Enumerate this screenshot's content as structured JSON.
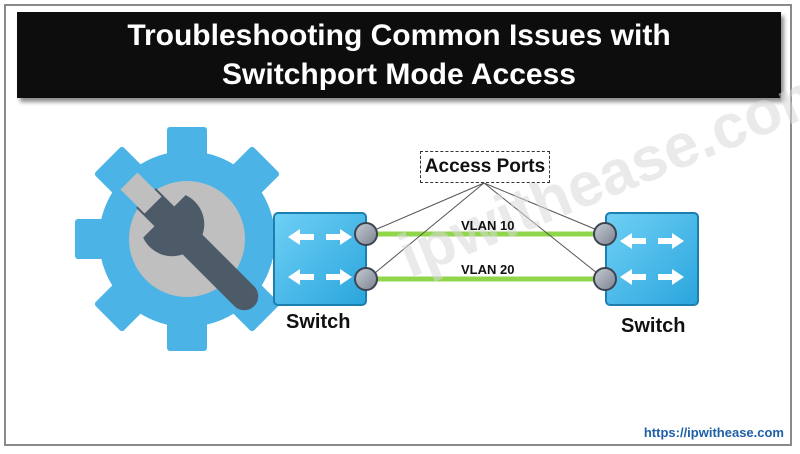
{
  "title": "Troubleshooting Common Issues with Switchport Mode Access",
  "access_ports_label": "Access Ports",
  "links": [
    {
      "label": "VLAN 10"
    },
    {
      "label": "VLAN 20"
    }
  ],
  "switches": {
    "left_label": "Switch",
    "right_label": "Switch"
  },
  "watermark": "ipwithease.com",
  "footer_url": "https://ipwithease.com",
  "colors": {
    "banner": "#0d0d0d",
    "gear": "#4bb3e6",
    "wrench_bg": "#bfbfbf",
    "wrench": "#4d5a68",
    "switch_fill": "#3eb6e8",
    "link": "#8fd64a",
    "port": "#9aa3b1"
  }
}
